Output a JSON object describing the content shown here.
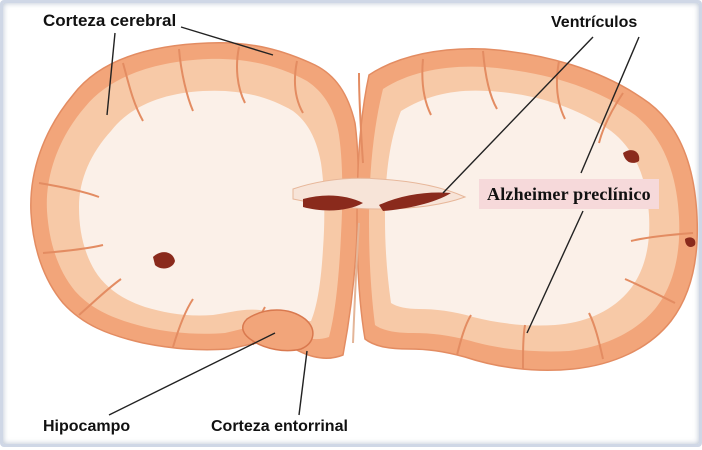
{
  "labels": {
    "cortex": "Corteza cerebral",
    "ventricles": "Ventrículos",
    "preclinical": "Alzheimer preclínico",
    "hippocampus": "Hipocampo",
    "entorhinal": "Corteza entorrinal"
  },
  "colors": {
    "cortex_outer": "#f2a57a",
    "cortex_mid": "#f7c9a7",
    "white_matter": "#fbf0e8",
    "ventricle": "#8a2a1c",
    "highlight_box": "#f6d9da",
    "frame_border": "#cfd7e6"
  }
}
